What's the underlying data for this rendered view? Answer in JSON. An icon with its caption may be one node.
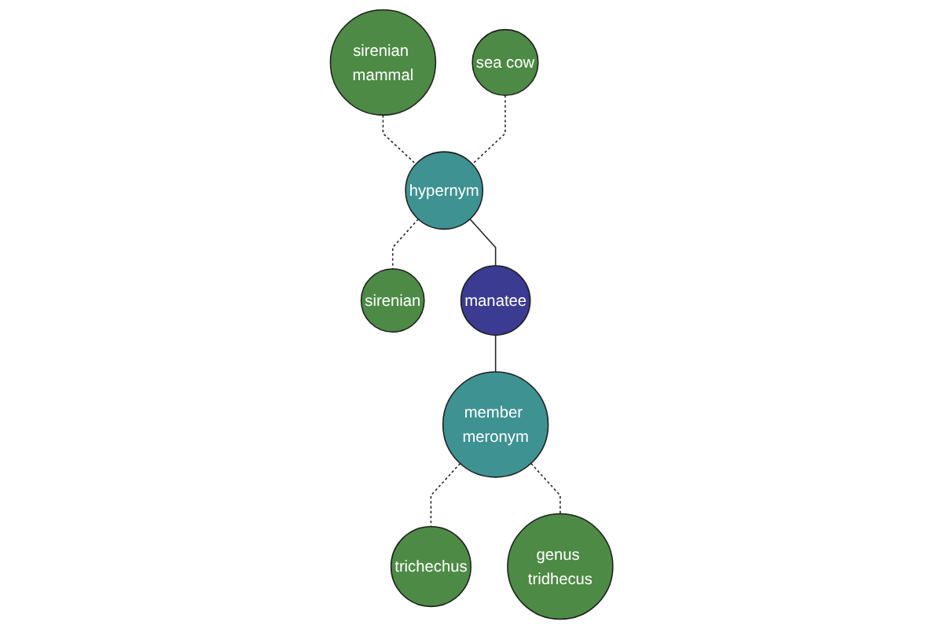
{
  "diagram": {
    "nodes": [
      {
        "text": [
          "sirenian mammal"
        ]
      },
      {
        "text": [
          "sea cow"
        ]
      },
      {
        "text": [
          "hypernym"
        ]
      },
      {
        "text": [
          "sirenian"
        ]
      },
      {
        "text": [
          "manatee"
        ]
      },
      {
        "text": [
          "member meronym"
        ]
      },
      {
        "text": [
          "trichechus"
        ]
      },
      {
        "text": [
          "genus tridhecus"
        ]
      }
    ],
    "edges": [
      {
        "from": 0,
        "to": 2,
        "arrow": "none",
        "style": "dashed"
      },
      {
        "from": 1,
        "to": 2,
        "arrow": "none",
        "style": "dashed"
      },
      {
        "from": 2,
        "to": 3,
        "arrow": "none",
        "style": "dashed"
      },
      {
        "from": 2,
        "to": 4,
        "arrow": "none"
      },
      {
        "from": 4,
        "to": 5,
        "arrow": "none"
      },
      {
        "from": 5,
        "to": 6,
        "arrow": "none",
        "style": "dashed"
      },
      {
        "from": 5,
        "to": 7,
        "arrow": "none",
        "style": "dashed"
      }
    ]
  }
}
